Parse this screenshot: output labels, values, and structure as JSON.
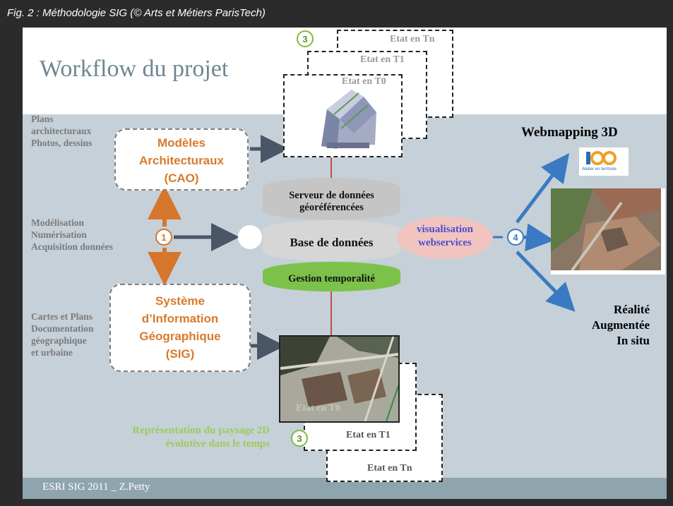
{
  "caption": "Fig. 2 : Méthodologie SIG (© Arts et Métiers ParisTech)",
  "title": "Workflow du projet",
  "footer": "ESRI SIG 2011 _  Z.Petty",
  "left_text": {
    "plans": [
      "Plans",
      "architecturaux",
      "Photos, dessins"
    ],
    "modelisation": [
      "Modélisation",
      "Numérisation",
      "Acquisition données"
    ],
    "cartes": [
      "Cartes et Plans",
      "Documentation",
      "géographique",
      "et urbaine"
    ]
  },
  "boxes": {
    "cao": [
      "Modèles",
      "Architecturaux",
      "(CAO)"
    ],
    "sig": [
      "Système",
      "d’Information",
      "Géographique",
      "(SIG)"
    ]
  },
  "top_states": {
    "tn": "Etat en  Tn",
    "t1": "Etat en  T1",
    "t0": "Etat en  T0"
  },
  "bottom_states": {
    "t0": "Etat en T0",
    "t1": "Etat en  T1",
    "tn": "Etat en  Tn"
  },
  "database": {
    "serveur": [
      "Serveur de données",
      "géoréférencées"
    ],
    "base": "Base de données",
    "gestion": "Gestion temporalité"
  },
  "visualisation": [
    "visualisation",
    "webservices"
  ],
  "webmapping": "Webmapping 3D",
  "logo_text": "Atelier en territoire",
  "augmented": [
    "Réalité",
    "Augmentée",
    "In situ"
  ],
  "representation": [
    "Représentation du paysage 2D",
    "évolutive dans le temps"
  ],
  "markers": {
    "m1": "1",
    "m3_top": "3",
    "m3_bottom": "3",
    "m4": "4"
  },
  "colors": {
    "orange": "#d6762c",
    "blue": "#3a7ac2",
    "green": "#7dbb3b",
    "arrow_gray": "#4a5566",
    "line_red": "#c0504d"
  }
}
